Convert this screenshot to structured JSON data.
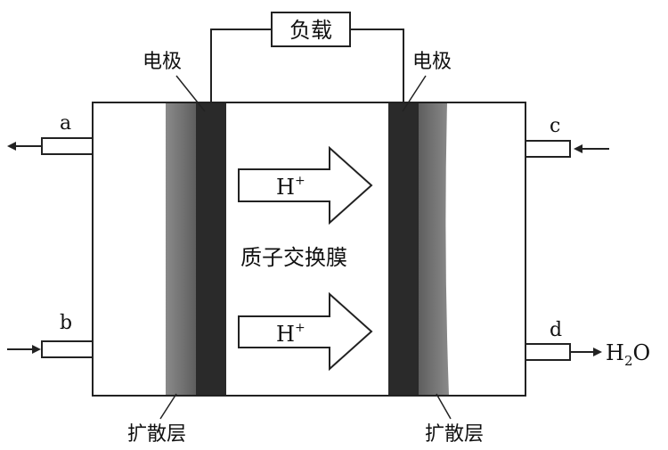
{
  "labels": {
    "load": "负载",
    "electrode_left": "电极",
    "electrode_right": "电极",
    "port_a": "a",
    "port_b": "b",
    "port_c": "c",
    "port_d": "d",
    "proton_top": "H",
    "proton_top_sup": "+",
    "proton_bottom": "H",
    "proton_bottom_sup": "+",
    "membrane": "质子交换膜",
    "diffusion_left": "扩散层",
    "diffusion_right": "扩散层",
    "water_main": "H",
    "water_sub": "2",
    "water_tail": "O"
  }
}
